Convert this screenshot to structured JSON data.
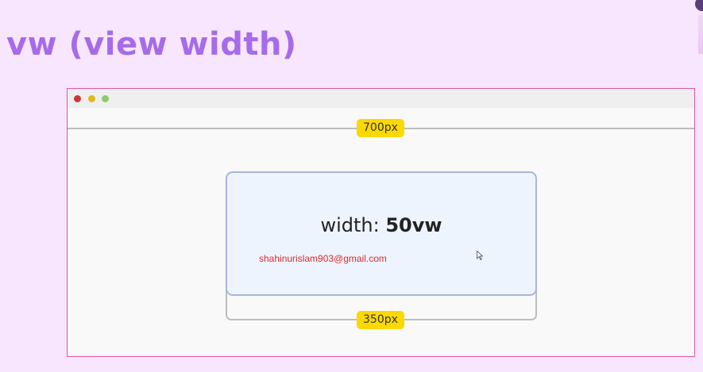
{
  "header": {
    "title": "vw (view width)"
  },
  "browser": {
    "window_controls": [
      "close",
      "minimize",
      "maximize"
    ],
    "viewport_label": "700px",
    "element_label": "350px"
  },
  "card": {
    "property": "width: ",
    "value": "50vw",
    "email": "shahinurislam903@gmail.com"
  },
  "colors": {
    "background": "#f7e6fd",
    "title": "#a66be9",
    "frame_border": "#e3559d",
    "pill": "#fbd900",
    "card_bg": "#eef4fe",
    "card_border": "#a7b7dd",
    "email": "#e02a2a"
  }
}
